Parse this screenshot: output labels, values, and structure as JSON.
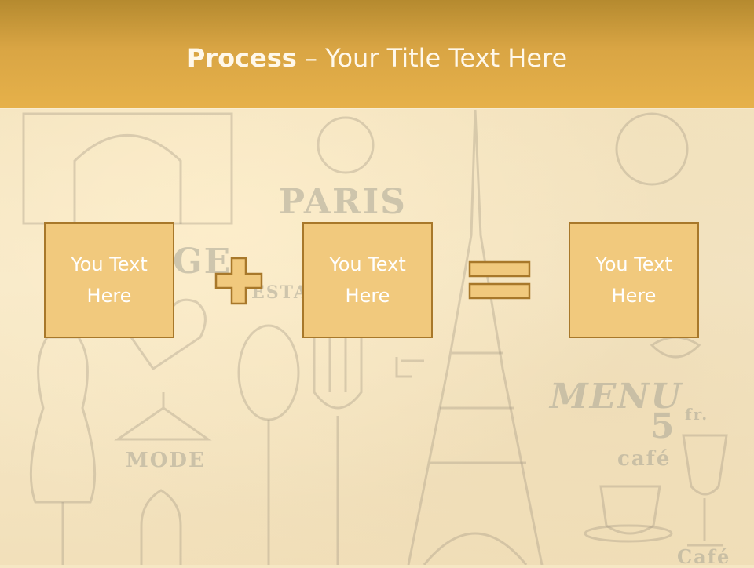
{
  "slide": {
    "title_bold": "Process",
    "title_rest": " – Your Title Text Here"
  },
  "boxes": [
    {
      "label": "You Text Here"
    },
    {
      "label": "You Text Here"
    },
    {
      "label": "You Text Here"
    }
  ],
  "operators": [
    "plus",
    "equals"
  ],
  "background_words": {
    "paris": "PARIS",
    "mode": "MODE",
    "menu": "MENU",
    "price": "5",
    "unit": "fr.",
    "cafe_small": "café",
    "cafe_large": "Café",
    "vintage": "GE",
    "resta": "ESTA"
  },
  "colors": {
    "band_top": "#b58a2f",
    "band_bottom": "#e6b14a",
    "box_fill": "#f1c97d",
    "box_border": "#a8782a",
    "title_text": "#fff8ea"
  }
}
